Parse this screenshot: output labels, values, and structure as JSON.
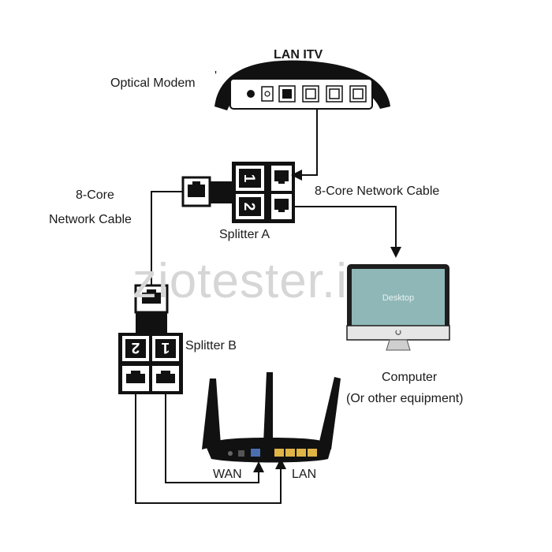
{
  "labels": {
    "lan_itv": "LAN ITV",
    "optical_modem": "Optical Modem",
    "cable_left_line1": "8-Core",
    "cable_left_line2": "Network Cable",
    "cable_right": "8-Core Network Cable",
    "splitter_a": "Splitter A",
    "splitter_b": "Splitter B",
    "computer_line1": "Computer",
    "computer_line2": "(Or other equipment)",
    "wan": "WAN",
    "lan": "LAN",
    "desktop_screen": "Desktop",
    "watermark": "ziotester.it"
  },
  "ports": {
    "a_top": "1",
    "a_bottom": "2",
    "b_left": "2",
    "b_right": "1"
  },
  "colors": {
    "device_black": "#111111",
    "screen": "#8fb7b7",
    "router_port_yellow": "#e0b545",
    "router_port_blue": "#4a6fb0",
    "watermark": "#d6d6d6"
  }
}
